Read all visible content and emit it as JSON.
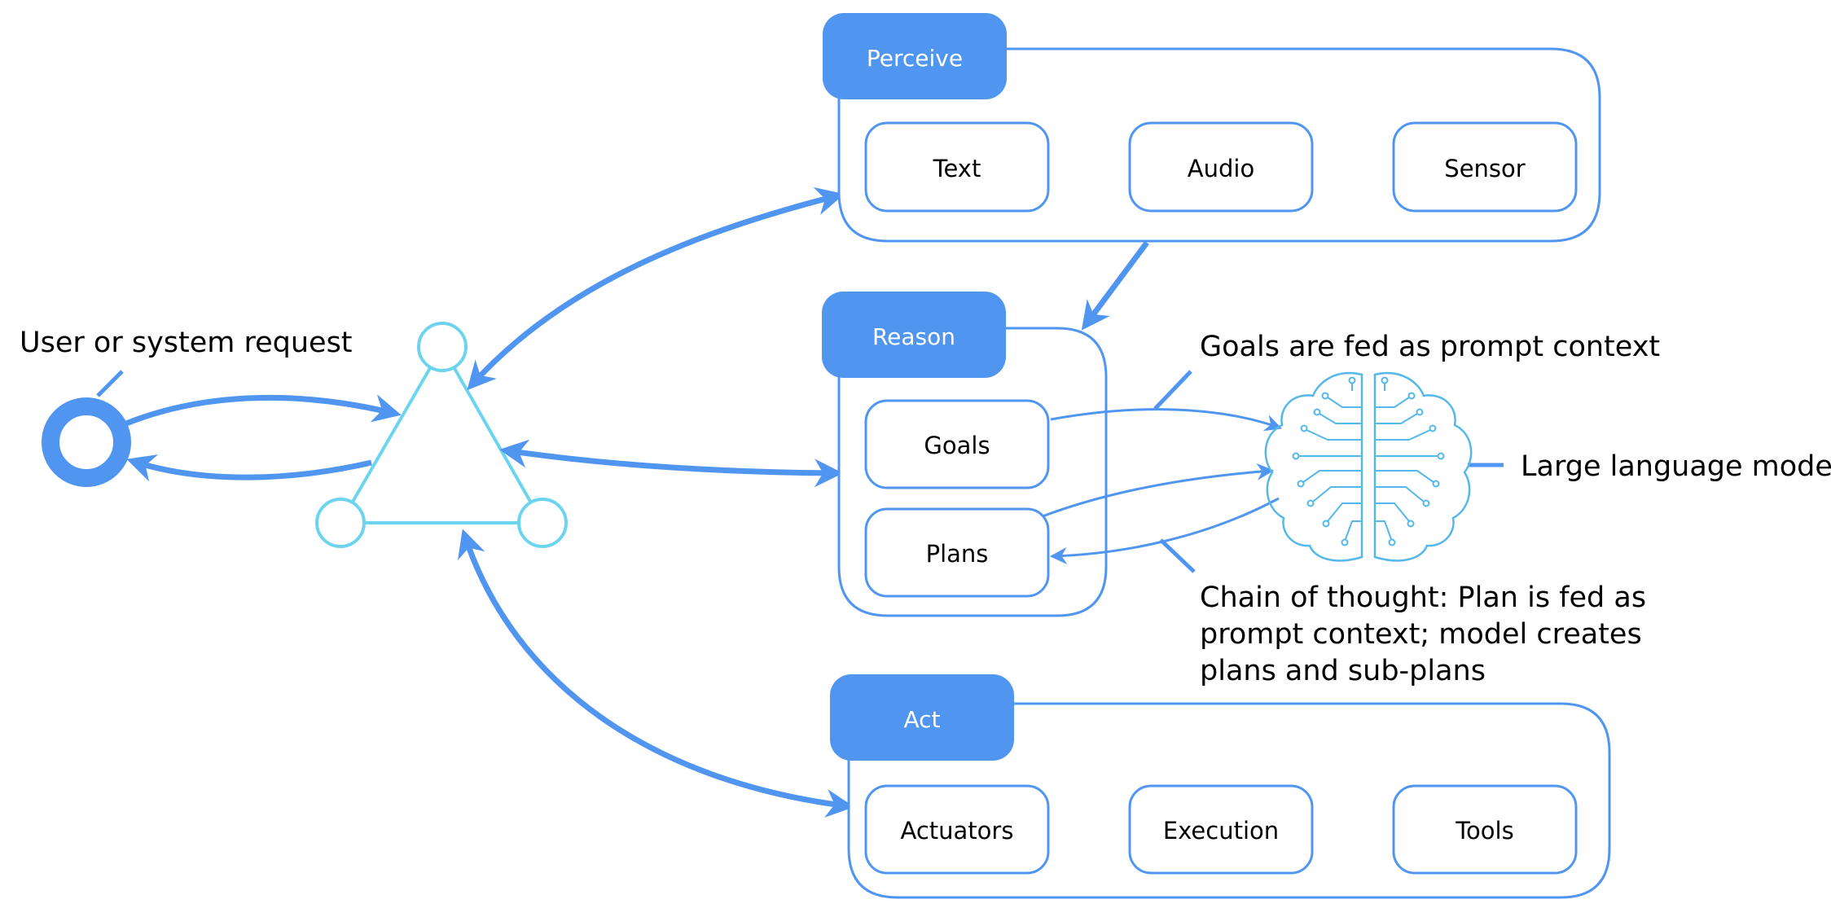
{
  "colors": {
    "accent": "#5096F0",
    "triangle": "#6DD4F0",
    "brain": "#55B8E8",
    "text": "#000000",
    "header_text": "#ffffff"
  },
  "request_label": "User or system request",
  "perceive": {
    "title": "Perceive",
    "items": [
      "Text",
      "Audio",
      "Sensor"
    ]
  },
  "reason": {
    "title": "Reason",
    "items": [
      "Goals",
      "Plans"
    ]
  },
  "act": {
    "title": "Act",
    "items": [
      "Actuators",
      "Execution",
      "Tools"
    ]
  },
  "llm": {
    "icon": "brain-circuit-icon",
    "label": "Large language model",
    "goals_note": "Goals are fed as prompt context",
    "cot_note": [
      "Chain of thought: Plan is fed as",
      "prompt context; model creates",
      "plans and sub-plans"
    ]
  }
}
